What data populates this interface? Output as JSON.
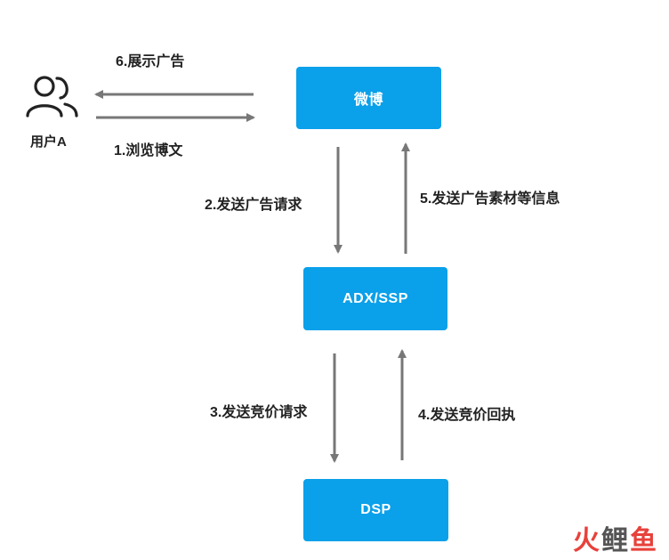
{
  "nodes": {
    "weibo": "微博",
    "adx": "ADX/SSP",
    "dsp": "DSP",
    "user": "用户A"
  },
  "edges": {
    "step1": "1.浏览博文",
    "step2": "2.发送广告请求",
    "step3": "3.发送竞价请求",
    "step4": "4.发送竞价回执",
    "step5": "5.发送广告素材等信息",
    "step6": "6.展示广告"
  },
  "watermark": {
    "char1": "火",
    "char2": "鲤",
    "char3": "鱼"
  },
  "colors": {
    "box": "#0aa0ea",
    "arrow": "#777777",
    "watermark_red": "#e8413b",
    "watermark_gray": "#555555"
  }
}
